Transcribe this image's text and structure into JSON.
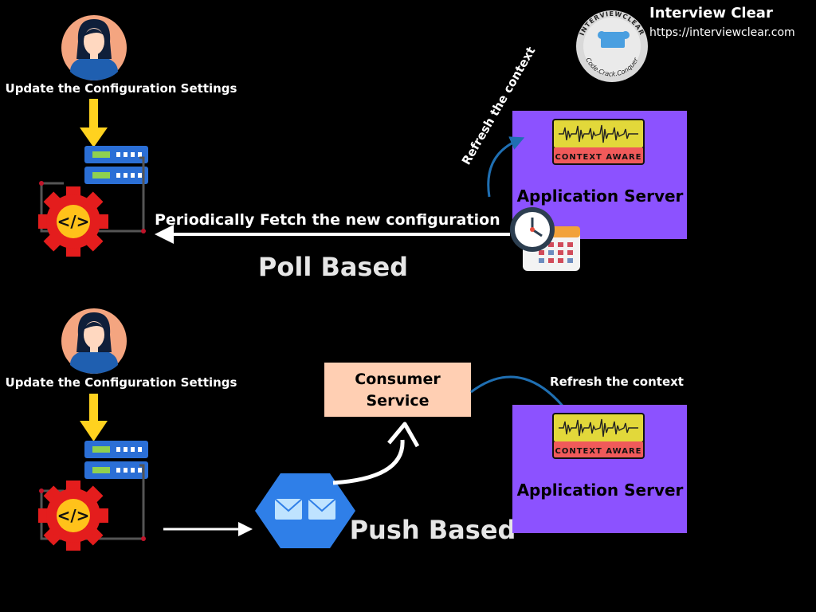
{
  "brand": {
    "name": "Interview Clear",
    "url": "https://interviewclear.com",
    "logo_text_top": "INTERVIEWCLEAR",
    "logo_text_bottom": "Code.Crack.Conquer"
  },
  "poll": {
    "user_caption": "Update the Configuration Settings",
    "fetch_label": "Periodically Fetch the new configuration",
    "refresh_label": "Refresh the context",
    "app_server_label": "Application Server",
    "context_aware_label": "CONTEXT AWARE",
    "title": "Poll Based"
  },
  "push": {
    "user_caption": "Update the Configuration Settings",
    "consumer_line1": "Consumer",
    "consumer_line2": "Service",
    "refresh_label": "Refresh the context",
    "app_server_label": "Application Server",
    "context_aware_label": "CONTEXT AWARE",
    "title": "Push Based"
  },
  "colors": {
    "background": "#000000",
    "app_server": "#8c52ff",
    "consumer_service": "#ffcfb3",
    "avatar_bg": "#f4a580",
    "arrow_yellow": "#ffd21f",
    "server_blue": "#2b6fd6",
    "gear_red": "#e41d1d",
    "queue_blue": "#2f7fe8",
    "context_yellow": "#e2d83a",
    "context_red": "#f05a5a",
    "curve_blue": "#1f6fb2"
  }
}
